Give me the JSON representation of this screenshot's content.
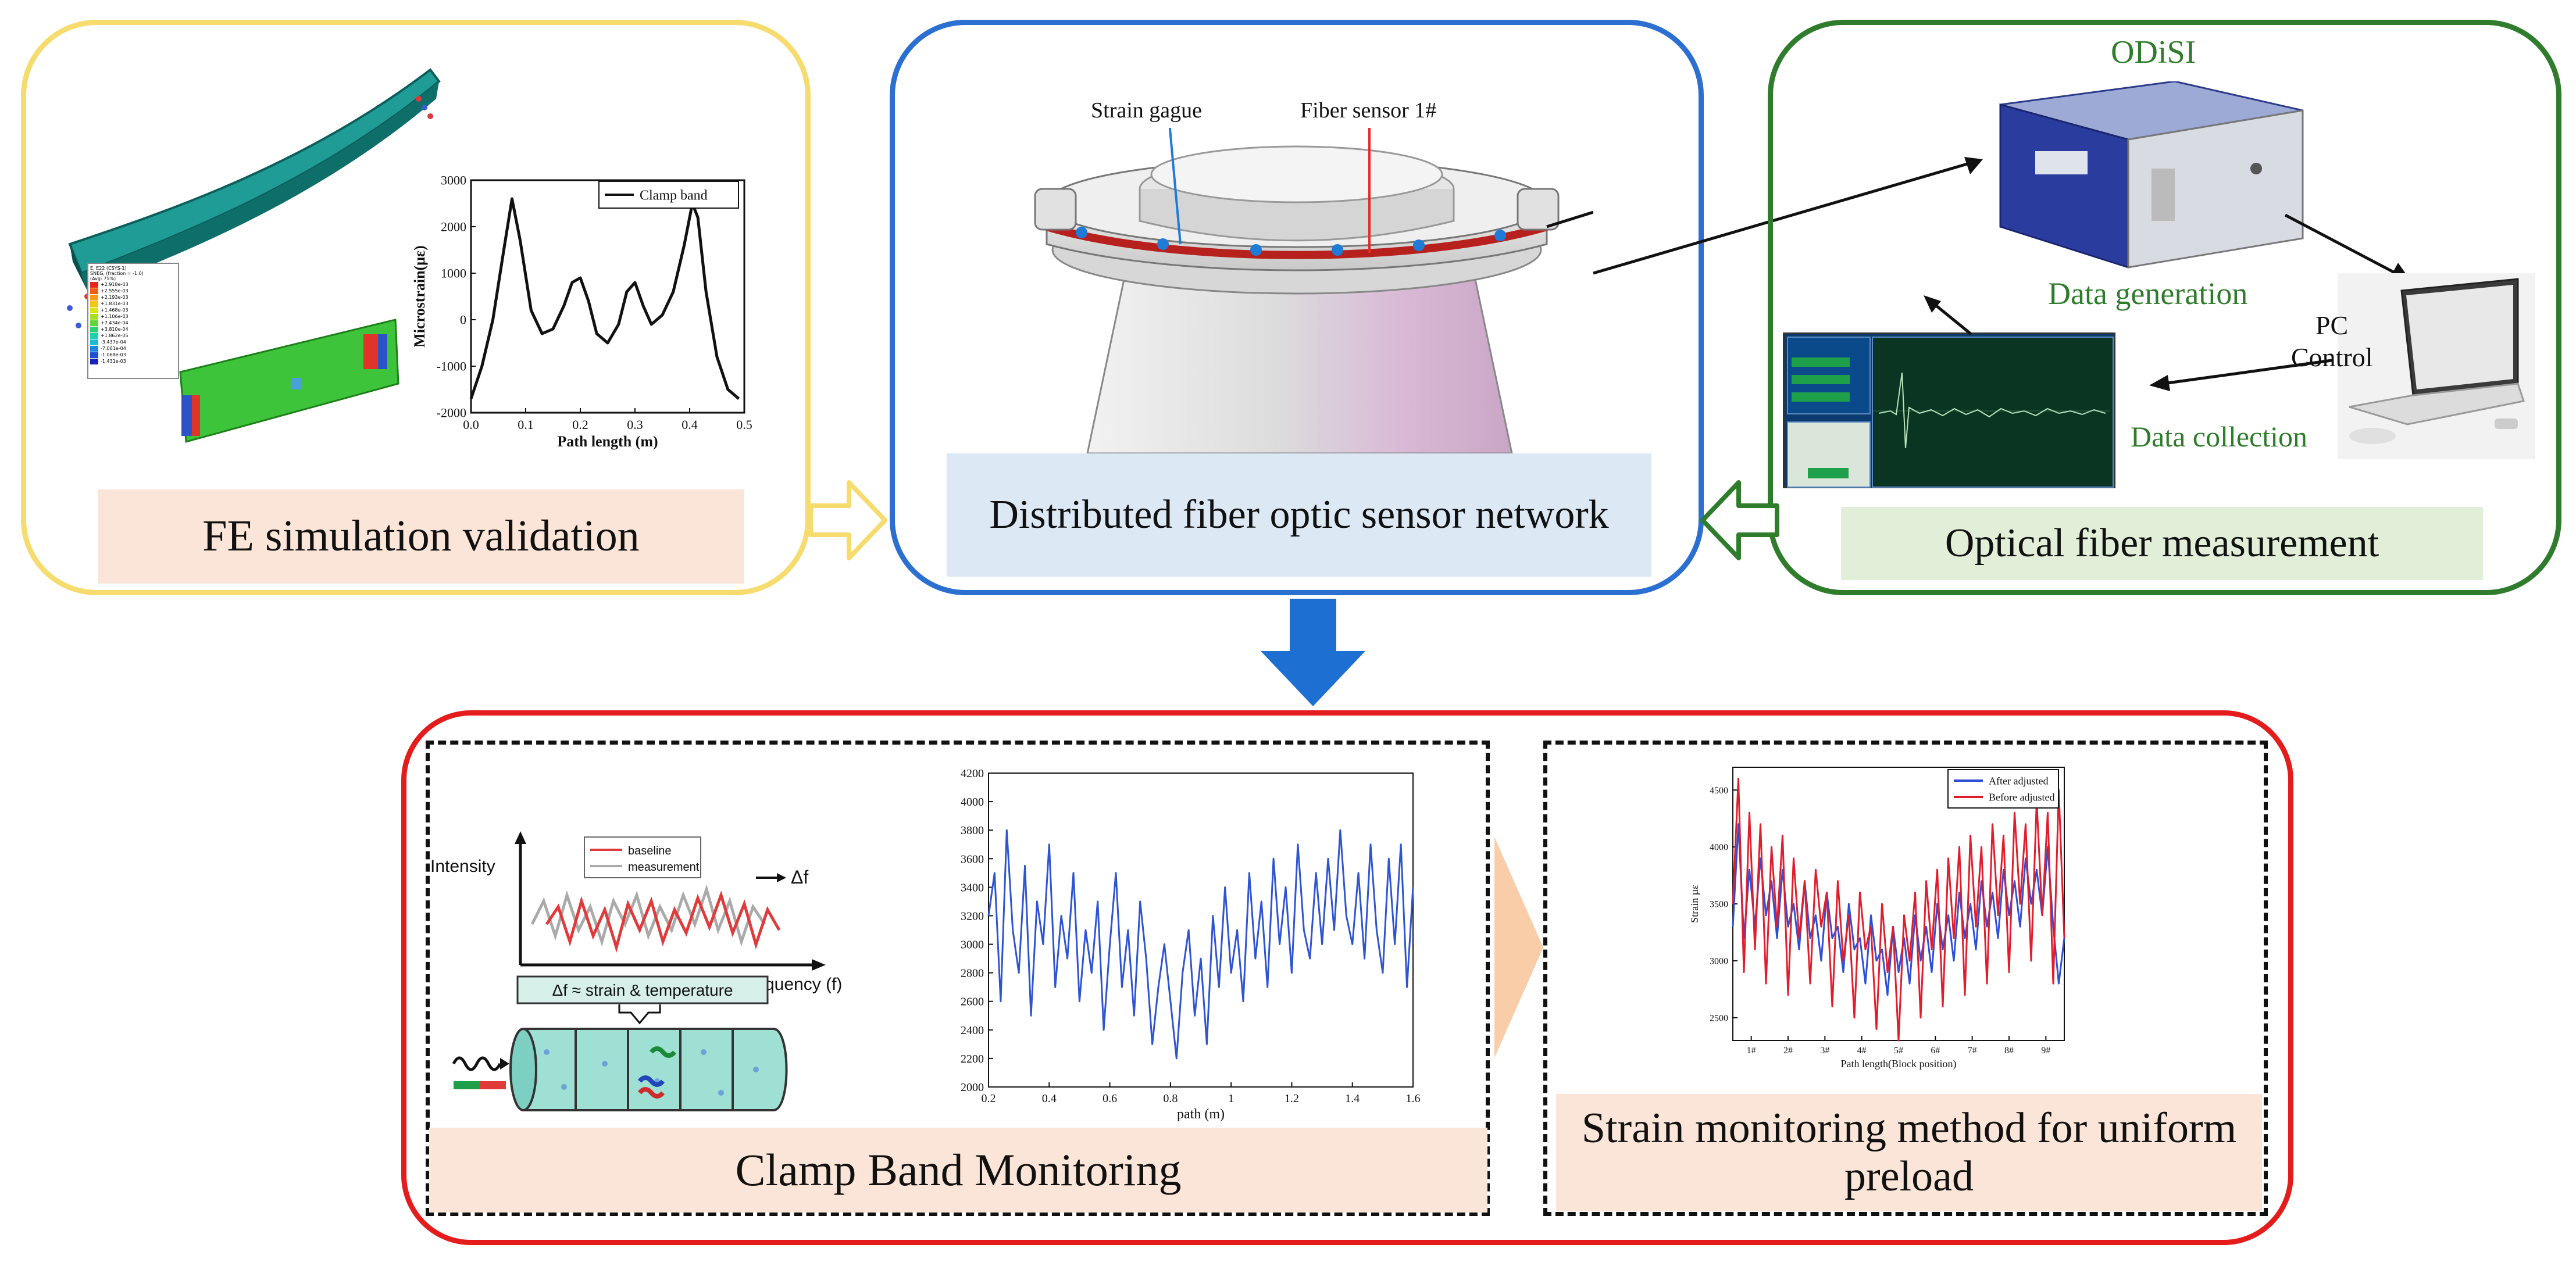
{
  "panels": {
    "fe": {
      "caption": "FE simulation validation",
      "legend_tiny": [
        "E, E22 (CSYS-1)",
        "SNEG, (fraction = -1.0)",
        "(Avg: 75%)"
      ],
      "legend_values": [
        "+2.918e-03",
        "+2.555e-03",
        "+2.193e-03",
        "+1.831e-03",
        "+1.468e-03",
        "+1.106e-03",
        "+7.434e-04",
        "+3.810e-04",
        "+1.862e-05",
        "-3.437e-04",
        "-7.061e-04",
        "-1.068e-03",
        "-1.431e-03"
      ],
      "legend_colors": [
        "#e8241b",
        "#f25c14",
        "#f6991a",
        "#f2c619",
        "#dbe31c",
        "#a6e025",
        "#62d43a",
        "#2fcf6f",
        "#1fd1ab",
        "#1fb9d6",
        "#1f85e0",
        "#1d4fd6",
        "#1a22b8"
      ]
    },
    "network": {
      "caption": "Distributed fiber optic sensor network",
      "label_strain": "Strain gague",
      "label_fiber": "Fiber sensor 1#"
    },
    "optical": {
      "caption": "Optical fiber measurement",
      "device_label": "ODiSI",
      "data_generation": "Data generation",
      "pc_control": "PC Control",
      "data_collection": "Data collection"
    },
    "monitoring": {
      "caption_left": "Clamp Band Monitoring",
      "caption_right": "Strain monitoring method for uniform preload",
      "schematic": {
        "y_label": "Intensity",
        "x_label": "Frequency (f)",
        "legend": [
          "baseline",
          "measurement"
        ],
        "delta_label": "Δf",
        "box_text": "Δf ≈ strain & temperature"
      }
    }
  },
  "colors": {
    "fe_border": "#f6dc6e",
    "network_border": "#2b6fd1",
    "optical_border": "#2f7d2c",
    "monitoring_border": "#e51c1c",
    "fe_caption_bg": "#fbe5d8",
    "network_caption_bg": "#dce8f4",
    "optical_caption_bg": "#e1efd9",
    "monitoring_caption_bg": "#fbe5d8",
    "arrow_blue": "#1d6fd2",
    "arrow_orange": "#f9cda8"
  },
  "chart_data": [
    {
      "type": "line",
      "xlabel": "Path length (m)",
      "ylabel": "Microstrain(με)",
      "xlim": [
        0.0,
        0.5
      ],
      "ylim": [
        -2000,
        3000
      ],
      "xticks": [
        "0.0",
        "0.1",
        "0.2",
        "0.3",
        "0.4",
        "0.5"
      ],
      "yticks": [
        "-2000",
        "-1000",
        "0",
        "1000",
        "2000",
        "3000"
      ],
      "series": [
        {
          "name": "Clamp band",
          "color": "#111111",
          "x": [
            0.0,
            0.02,
            0.04,
            0.06,
            0.075,
            0.09,
            0.11,
            0.13,
            0.15,
            0.17,
            0.185,
            0.2,
            0.215,
            0.23,
            0.25,
            0.27,
            0.285,
            0.3,
            0.315,
            0.33,
            0.35,
            0.37,
            0.39,
            0.405,
            0.415,
            0.43,
            0.45,
            0.47,
            0.49
          ],
          "y": [
            -1700,
            -1000,
            0,
            1500,
            2600,
            1700,
            200,
            -300,
            -200,
            300,
            800,
            900,
            400,
            -300,
            -500,
            -100,
            600,
            800,
            300,
            -100,
            100,
            600,
            1600,
            2500,
            2200,
            600,
            -800,
            -1500,
            -1700
          ]
        }
      ]
    },
    {
      "type": "line",
      "xlabel": "path (m)",
      "ylabel": "",
      "xlim": [
        0.2,
        1.6
      ],
      "ylim": [
        2000,
        4200
      ],
      "xticks": [
        "0.2",
        "0.4",
        "0.6",
        "0.8",
        "1",
        "1.2",
        "1.4",
        "1.6"
      ],
      "yticks": [
        "2000",
        "2200",
        "2400",
        "2600",
        "2800",
        "3000",
        "3200",
        "3400",
        "3600",
        "3800",
        "4000",
        "4200"
      ],
      "series": [
        {
          "name": "",
          "color": "#2d54d2",
          "x": [
            0.2,
            0.22,
            0.24,
            0.26,
            0.28,
            0.3,
            0.32,
            0.34,
            0.36,
            0.38,
            0.4,
            0.42,
            0.44,
            0.46,
            0.48,
            0.5,
            0.52,
            0.54,
            0.56,
            0.58,
            0.6,
            0.62,
            0.64,
            0.66,
            0.68,
            0.7,
            0.72,
            0.74,
            0.76,
            0.78,
            0.8,
            0.82,
            0.84,
            0.86,
            0.88,
            0.9,
            0.92,
            0.94,
            0.96,
            0.98,
            1.0,
            1.02,
            1.04,
            1.06,
            1.08,
            1.1,
            1.12,
            1.14,
            1.16,
            1.18,
            1.2,
            1.22,
            1.24,
            1.26,
            1.28,
            1.3,
            1.32,
            1.34,
            1.36,
            1.38,
            1.4,
            1.42,
            1.44,
            1.46,
            1.48,
            1.5,
            1.52,
            1.54,
            1.56,
            1.58,
            1.6
          ],
          "y": [
            3200,
            3500,
            2600,
            3800,
            3100,
            2800,
            3550,
            2500,
            3300,
            3000,
            3700,
            2700,
            3200,
            2900,
            3500,
            2600,
            3100,
            2800,
            3300,
            2400,
            3000,
            3500,
            2700,
            3100,
            2500,
            3300,
            2900,
            2300,
            2700,
            3000,
            2600,
            2200,
            2800,
            3100,
            2500,
            2900,
            2300,
            3200,
            2700,
            3400,
            2800,
            3100,
            2600,
            3500,
            2900,
            3300,
            2700,
            3600,
            3000,
            3400,
            2800,
            3700,
            3100,
            2900,
            3500,
            3000,
            3600,
            3100,
            3800,
            3200,
            3000,
            3500,
            2900,
            3700,
            3100,
            2800,
            3600,
            3000,
            3700,
            2700,
            3400
          ]
        }
      ]
    },
    {
      "type": "line",
      "xlabel": "Path length(Block position)",
      "ylabel": "Strain µε",
      "ylim": [
        2300,
        4700
      ],
      "yticks": [
        "2500",
        "3000",
        "3500",
        "4000",
        "4500"
      ],
      "xticks": [
        "1#",
        "2#",
        "3#",
        "4#",
        "5#",
        "6#",
        "7#",
        "8#",
        "9#"
      ],
      "series": [
        {
          "name": "After adjusted",
          "color": "#2d4fd6",
          "x": [
            0,
            1,
            2,
            3,
            4,
            5,
            6,
            7,
            8,
            9,
            10,
            11,
            12,
            13,
            14,
            15,
            16,
            17,
            18,
            19,
            20,
            21,
            22,
            23,
            24,
            25,
            26,
            27,
            28,
            29,
            30,
            31,
            32,
            33,
            34,
            35,
            36,
            37,
            38,
            39,
            40,
            41,
            42,
            43,
            44,
            45,
            46,
            47,
            48,
            49,
            50,
            51,
            52,
            53,
            54,
            55,
            56,
            57,
            58,
            59,
            60
          ],
          "y": [
            3300,
            4200,
            3200,
            3800,
            3300,
            3900,
            3400,
            3700,
            3200,
            3800,
            3300,
            3500,
            3100,
            3700,
            3200,
            3400,
            3000,
            3600,
            3200,
            3300,
            2900,
            3500,
            3100,
            3200,
            2800,
            3400,
            3000,
            3100,
            2700,
            3300,
            2900,
            3200,
            2800,
            3400,
            3000,
            3300,
            2900,
            3500,
            3100,
            3400,
            3000,
            3600,
            3200,
            3500,
            3100,
            3700,
            3300,
            3600,
            3200,
            3800,
            3400,
            3700,
            3300,
            3900,
            3500,
            3800,
            3400,
            4000,
            3300,
            2800,
            3200
          ]
        },
        {
          "name": "Before adjusted",
          "color": "#e11d2b",
          "x": [
            0,
            1,
            2,
            3,
            4,
            5,
            6,
            7,
            8,
            9,
            10,
            11,
            12,
            13,
            14,
            15,
            16,
            17,
            18,
            19,
            20,
            21,
            22,
            23,
            24,
            25,
            26,
            27,
            28,
            29,
            30,
            31,
            32,
            33,
            34,
            35,
            36,
            37,
            38,
            39,
            40,
            41,
            42,
            43,
            44,
            45,
            46,
            47,
            48,
            49,
            50,
            51,
            52,
            53,
            54,
            55,
            56,
            57,
            58,
            59,
            60
          ],
          "y": [
            3500,
            4600,
            2900,
            4300,
            3100,
            4200,
            2800,
            4000,
            3300,
            4100,
            2700,
            3900,
            3200,
            3700,
            2800,
            3800,
            3300,
            3600,
            2600,
            3700,
            3000,
            3400,
            2500,
            3600,
            3100,
            3300,
            2400,
            3500,
            2900,
            3300,
            2300,
            3400,
            3000,
            3600,
            2500,
            3700,
            3100,
            3800,
            2600,
            3900,
            3200,
            4000,
            2700,
            4100,
            3300,
            4000,
            2800,
            4200,
            3400,
            4100,
            2900,
            4300,
            3500,
            4200,
            3000,
            4400,
            3400,
            4300,
            2800,
            4500,
            3200
          ]
        }
      ]
    }
  ]
}
